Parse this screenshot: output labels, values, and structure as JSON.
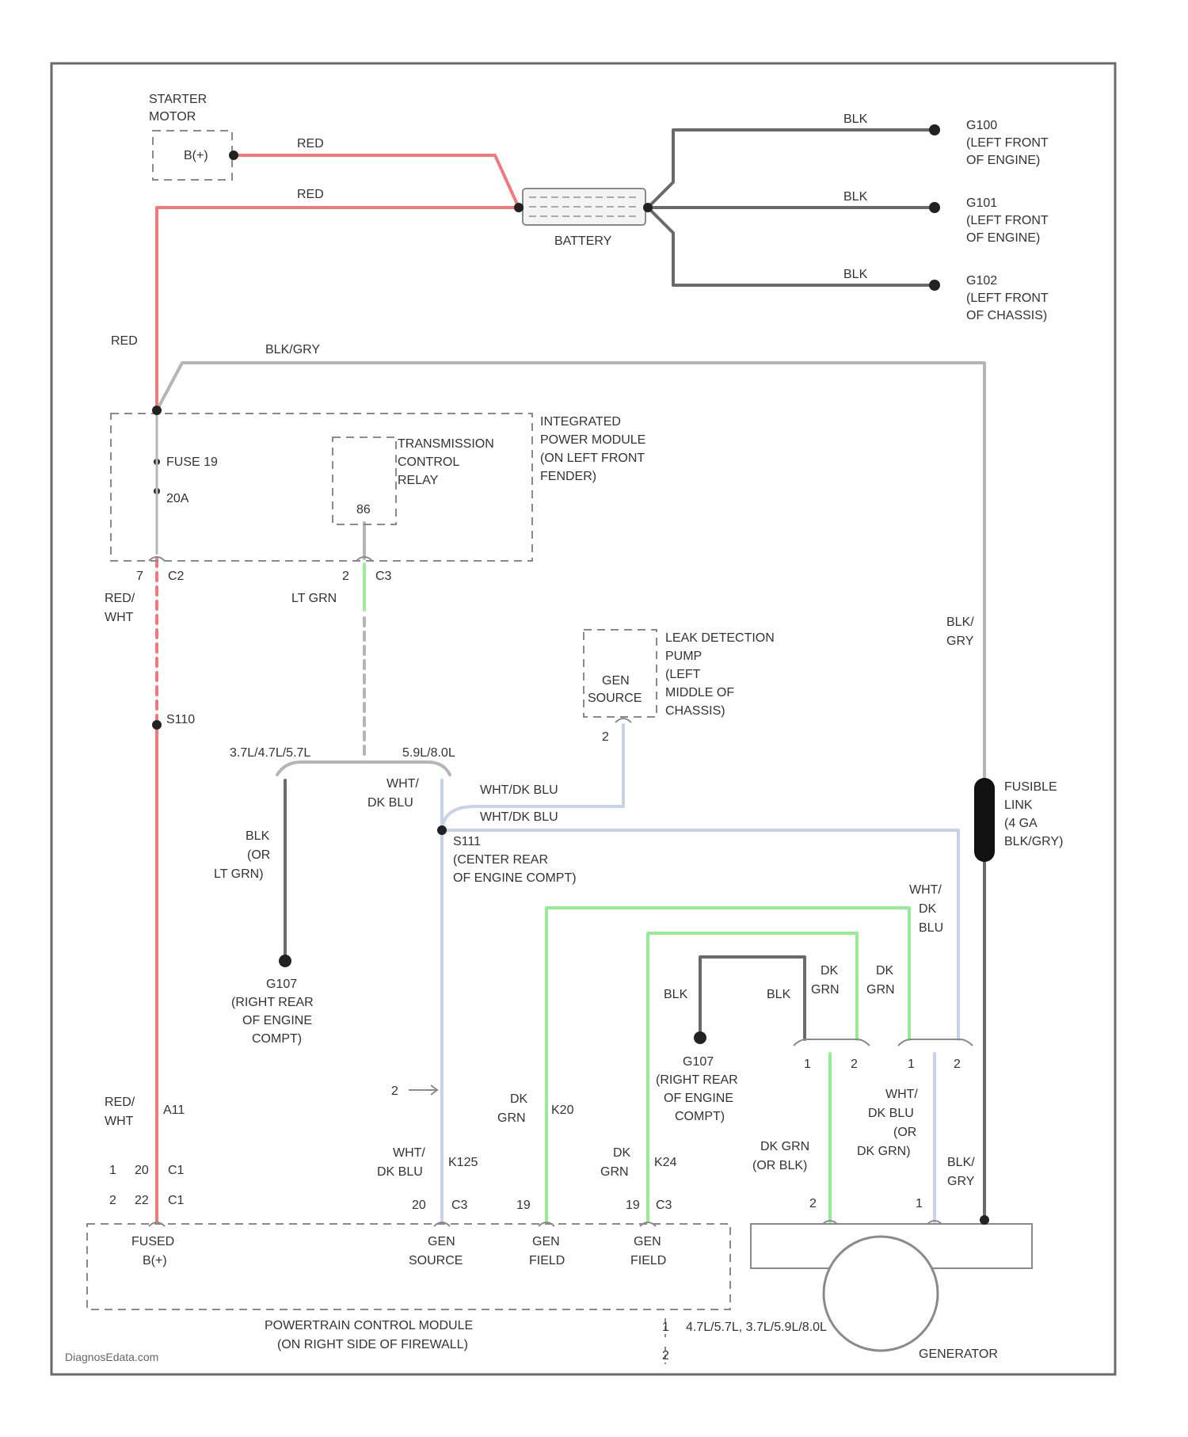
{
  "labels": {
    "starter_motor": [
      "STARTER",
      "MOTOR"
    ],
    "starter_b": "B(+)",
    "battery": "BATTERY",
    "g100": [
      "G100",
      "(LEFT FRONT",
      "OF ENGINE)"
    ],
    "g101": [
      "G101",
      "(LEFT FRONT",
      "OF ENGINE)"
    ],
    "g102": [
      "G102",
      "(LEFT FRONT",
      "OF CHASSIS)"
    ],
    "ipm": [
      "INTEGRATED",
      "POWER MODULE",
      "(ON LEFT FRONT",
      "FENDER)"
    ],
    "tcr": [
      "TRANSMISSION",
      "CONTROL",
      "RELAY"
    ],
    "tcr_pin": "86",
    "fuse": [
      "FUSE 19",
      "20A"
    ],
    "ipm_pin_left": [
      "7",
      "C2"
    ],
    "ipm_pin_right": [
      "2",
      "C3"
    ],
    "ldp": [
      "LEAK DETECTION",
      "PUMP",
      "(LEFT",
      "MIDDLE OF",
      "CHASSIS)"
    ],
    "ldp_gen": [
      "GEN",
      "SOURCE"
    ],
    "ldp_pin": "2",
    "s110": "S110",
    "s111": [
      "S111",
      "(CENTER REAR",
      "OF ENGINE COMPT)"
    ],
    "engine_variant_left": "3.7L/4.7L/5.7L",
    "engine_variant_right": "5.9L/8.0L",
    "g107_left": [
      "G107",
      "(RIGHT REAR",
      "OF ENGINE",
      "COMPT)"
    ],
    "g107_right": [
      "G107",
      "(RIGHT REAR",
      "OF ENGINE",
      "COMPT)"
    ],
    "fusible_link": [
      "FUSIBLE",
      "LINK",
      "(4 GA",
      "BLK/GRY)"
    ],
    "pcm": [
      "POWERTRAIN CONTROL MODULE",
      "(ON RIGHT SIDE OF FIREWALL)"
    ],
    "pcm_pins": {
      "fused": [
        "FUSED",
        "B(+)"
      ],
      "gen_source": [
        "GEN",
        "SOURCE"
      ],
      "gen_field_1": [
        "GEN",
        "FIELD"
      ],
      "gen_field_2": [
        "GEN",
        "FIELD"
      ]
    },
    "pcm_connector_rows": [
      [
        "1",
        "20",
        "C1"
      ],
      [
        "2",
        "22",
        "C1"
      ]
    ],
    "pcm_pin_gen_source": [
      "20",
      "C3"
    ],
    "pcm_pin_gen_field_1": "19",
    "pcm_pin_gen_field_2": [
      "19",
      "C3"
    ],
    "generator": "GENERATOR",
    "generator_pins": [
      "2",
      "1"
    ],
    "connector_left_pins": [
      "1",
      "2"
    ],
    "connector_right_pins": [
      "1",
      "2"
    ],
    "footnotes": [
      "1",
      "4.7L/5.7L, 3.7L/5.9L/8.0L",
      "2"
    ],
    "arrow_note": "2",
    "watermark": "DiagnosEdata.com"
  },
  "wires": {
    "red1": "RED",
    "red2": "RED",
    "red3": "RED",
    "blk1": "BLK",
    "blk2": "BLK",
    "blk3": "BLK",
    "blkgry_top": "BLK/GRY",
    "red_wht_upper": [
      "RED/",
      "WHT"
    ],
    "lt_grn": "LT GRN",
    "blk_gry_right": [
      "BLK/",
      "GRY"
    ],
    "wht_dkblu_upper": [
      "WHT/",
      "DK BLU"
    ],
    "wht_dkblu_a": "WHT/DK BLU",
    "wht_dkblu_b": "WHT/DK BLU",
    "blk_or_ltgrn": [
      "BLK",
      "(OR",
      "LT GRN)"
    ],
    "wht_dk_blu_right": [
      "WHT/",
      "DK",
      "BLU"
    ],
    "blk_g107": "BLK",
    "blk_conn": "BLK",
    "dk_grn_1": [
      "DK",
      "GRN"
    ],
    "dk_grn_2": [
      "DK",
      "GRN"
    ],
    "red_wht_lower": [
      "RED/",
      "WHT"
    ],
    "circuit_a11": "A11",
    "dk_grn_k20": [
      "DK",
      "GRN"
    ],
    "circuit_k20": "K20",
    "wht_dkblu_lower": [
      "WHT/",
      "DK BLU"
    ],
    "circuit_k125": "K125",
    "dk_grn_k24": [
      "DK",
      "GRN"
    ],
    "circuit_k24": "K24",
    "dk_grn_or_blk": [
      "DK GRN",
      "(OR BLK)"
    ],
    "wht_dkblu_or_dkgrn": [
      "WHT/",
      "DK BLU",
      "(OR",
      "DK GRN)"
    ],
    "blk_gry_lower": [
      "BLK/",
      "GRY"
    ]
  },
  "colors": {
    "red_wire": "#f07a7a",
    "black_wire": "#6a6a6a",
    "gray_wire": "#b5b5b5",
    "green_wire": "#98ec98",
    "blue_wire": "#c7d4e8"
  }
}
